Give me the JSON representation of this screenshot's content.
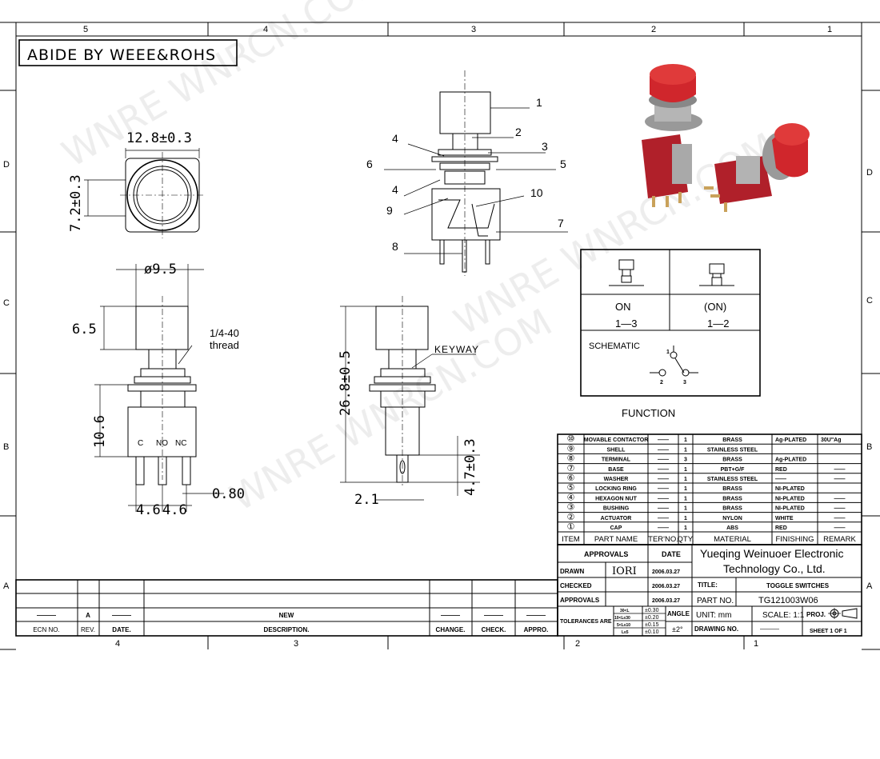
{
  "frame": {
    "top_columns": [
      "5",
      "4",
      "3",
      "2",
      "1"
    ],
    "bottom_columns": [
      "4",
      "3",
      "2",
      "1"
    ],
    "rows": [
      "D",
      "C",
      "B",
      "A"
    ]
  },
  "compliance_label": "ABIDE BY WEEE&ROHS",
  "watermark": "WNRE WNRCN.COM",
  "top_view": {
    "width_dim": "12.8±0.3",
    "height_dim": "7.2±0.3"
  },
  "side_view": {
    "cap_dia": "ø9.5",
    "cap_height": "6.5",
    "thread_line1": "1/4-40",
    "thread_line2": "thread",
    "body_height": "10.6",
    "terminal_labels": [
      "C",
      "NO",
      "NC"
    ],
    "pitch1": "4.6",
    "pitch2": "4.6",
    "terminal_width": "0.80"
  },
  "front_view": {
    "overall_height": "26.8±0.5",
    "keyway": "KEYWAY",
    "terminal_length": "4.7±0.3",
    "terminal_width": "2.1"
  },
  "exploded_callouts": [
    "1",
    "2",
    "3",
    "4",
    "5",
    "6",
    "4",
    "9",
    "10",
    "7",
    "8"
  ],
  "function_table": {
    "state1": "ON",
    "state1_pins": "1—3",
    "state2": "(ON)",
    "state2_pins": "1—2",
    "schematic_label": "SCHEMATIC",
    "pins": [
      "1",
      "2",
      "3"
    ],
    "caption": "FUNCTION"
  },
  "bom": {
    "header": [
      "ITEM",
      "PART NAME",
      "TER'NO.",
      "QTY.",
      "MATERIAL",
      "FINISHING",
      "REMARK"
    ],
    "rows": [
      [
        "⑩",
        "MOVABLE CONTACTOR",
        "——",
        "1",
        "BRASS",
        "Ag-PLATED",
        "30U\"Ag"
      ],
      [
        "⑨",
        "SHELL",
        "——",
        "1",
        "STAINLESS STEEL",
        "",
        ""
      ],
      [
        "⑧",
        "TERMINAL",
        "——",
        "3",
        "BRASS",
        "Ag-PLATED",
        ""
      ],
      [
        "⑦",
        "BASE",
        "——",
        "1",
        "PBT+G/F",
        "RED",
        "——"
      ],
      [
        "⑥",
        "WASHER",
        "——",
        "1",
        "STAINLESS STEEL",
        "——",
        "——"
      ],
      [
        "⑤",
        "LOCKING RING",
        "——",
        "1",
        "BRASS",
        "NI-PLATED",
        ""
      ],
      [
        "④",
        "HEXAGON NUT",
        "——",
        "1",
        "BRASS",
        "NI-PLATED",
        "——"
      ],
      [
        "③",
        "BUSHING",
        "——",
        "1",
        "BRASS",
        "NI-PLATED",
        "——"
      ],
      [
        "②",
        "ACTUATOR",
        "——",
        "1",
        "NYLON",
        "WHITE",
        "——"
      ],
      [
        "①",
        "CAP",
        "——",
        "1",
        "ABS",
        "RED",
        "——"
      ]
    ]
  },
  "title_block": {
    "approvals_header": "APPROVALS",
    "date_header": "DATE",
    "company_line1": "Yueqing Weinuoer Electronic",
    "company_line2": "Technology Co., Ltd.",
    "drawn_label": "DRAWN",
    "drawn_by": "IORI",
    "drawn_date": "2006.03.27",
    "checked_label": "CHECKED",
    "checked_date": "2006.03.27",
    "approvals_label": "APPROVALS",
    "approvals_date": "2006.03.27",
    "title_label": "TITLE:",
    "title": "TOGGLE SWITCHES",
    "part_no_label": "PART NO.",
    "part_no": "TG121003W06",
    "tolerances_label": "TOLERANCES ARE",
    "tolerance_ranges": [
      "30<L",
      "10<L≤30",
      "5<L≤10",
      "L≤5"
    ],
    "tolerance_values": [
      "±0.30",
      "±0.20",
      "±0.15",
      "±0.10"
    ],
    "angle_label": "ANGLE",
    "angle_value": "±2°",
    "unit": "UNIT:  mm",
    "scale": "SCALE:  1:1",
    "proj_label": "PROJ.",
    "drawing_no_label": "DRAWING NO.",
    "drawing_no": "———",
    "sheet": "SHEET   1  OF  1"
  },
  "revision_block": {
    "row": [
      "———",
      "A",
      "———",
      "NEW",
      "———",
      "———",
      "———"
    ],
    "header": [
      "ECN  NO.",
      "REV.",
      "DATE.",
      "DESCRIPTION.",
      "CHANGE.",
      "CHECK.",
      "APPRO."
    ]
  }
}
